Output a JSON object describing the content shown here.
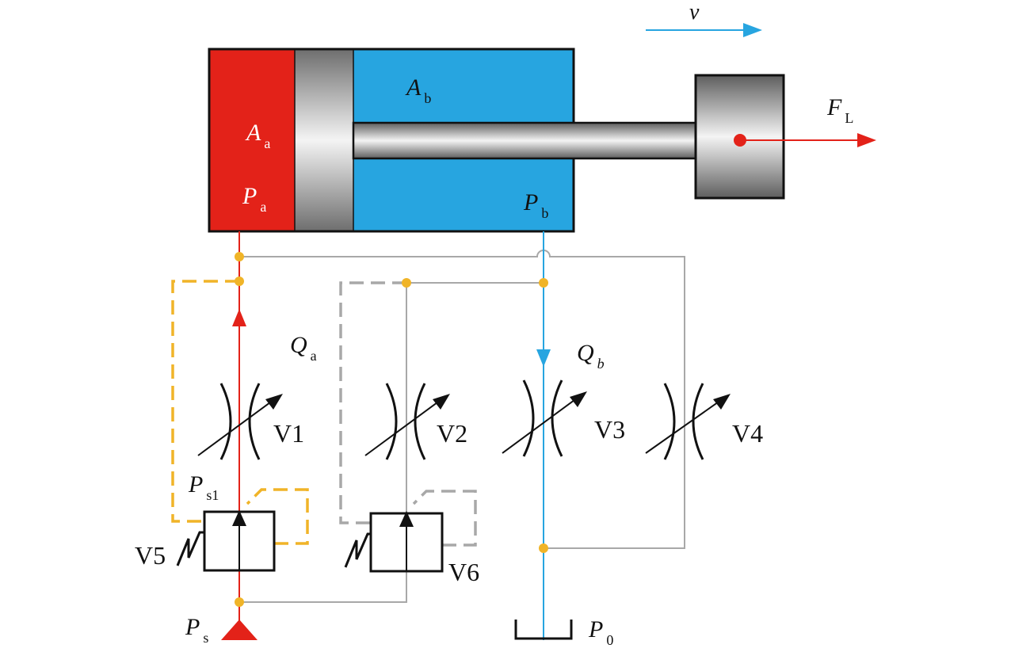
{
  "colors": {
    "red": "#e32219",
    "blue": "#27a5e0",
    "yellow": "#f0b428",
    "gray_line": "#a8a8a8",
    "black": "#111111",
    "body_gray": "#8a8a8a"
  },
  "labels": {
    "velocity": "v",
    "area_a_main": "A",
    "area_a_sub": "a",
    "area_b_main": "A",
    "area_b_sub": "b",
    "pressure_a_main": "P",
    "pressure_a_sub": "a",
    "pressure_b_main": "P",
    "pressure_b_sub": "b",
    "load_main": "F",
    "load_sub": "L",
    "flow_a_main": "Q",
    "flow_a_sub": "a",
    "flow_b_main": "Q",
    "flow_b_sub": "b",
    "supply_s1_main": "P",
    "supply_s1_sub": "s1",
    "supply_main": "P",
    "supply_sub": "s",
    "tank_main": "P",
    "tank_sub": "0"
  },
  "valves": {
    "v1": "V1",
    "v2": "V2",
    "v3": "V3",
    "v4": "V4",
    "v5": "V5",
    "v6": "V6"
  }
}
